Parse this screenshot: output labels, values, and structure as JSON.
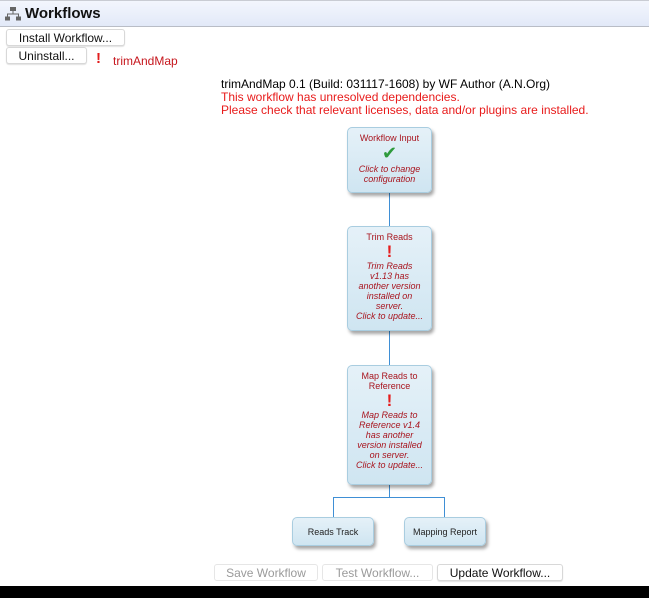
{
  "header": {
    "icon": "workflow-tree-icon",
    "title": "Workflows"
  },
  "toolbar": {
    "install_label": "Install Workflow...",
    "uninstall_label": "Uninstall...",
    "selected_workflow": {
      "warning_icon": "exclamation-icon",
      "name": "trimAndMap"
    }
  },
  "info": {
    "summary": "trimAndMap 0.1 (Build: 031117-1608) by WF Author (A.N.Org)",
    "warning_line1": "This workflow has unresolved dependencies.",
    "warning_line2": "Please check that relevant licenses, data and/or plugins are installed."
  },
  "diagram": {
    "nodes": [
      {
        "title": "Workflow Input",
        "status_icon": "checkmark-icon",
        "status_glyph": "✔",
        "message": [
          "Click to change",
          "configuration"
        ]
      },
      {
        "title": "Trim Reads",
        "status_icon": "exclamation-icon",
        "status_glyph": "!",
        "message": [
          "Trim Reads",
          "v1.13 has",
          "another version",
          "installed on",
          "server.",
          "Click to update..."
        ]
      },
      {
        "title_lines": [
          "Map Reads to",
          "Reference"
        ],
        "status_icon": "exclamation-icon",
        "status_glyph": "!",
        "message": [
          "Map Reads to",
          "Reference v1.4",
          "has another",
          "version installed",
          "on server.",
          "Click to update..."
        ]
      },
      {
        "title": "Reads Track"
      },
      {
        "title": "Mapping Report"
      }
    ],
    "line_color": "#3f8fd5"
  },
  "footer": {
    "save_label": "Save Workflow",
    "save_enabled": false,
    "test_label": "Test Workflow...",
    "test_enabled": false,
    "update_label": "Update Workflow...",
    "update_enabled": true
  },
  "colors": {
    "warning_red": "#e81b1b",
    "node_text": "#a8141e",
    "success_green": "#2e9a3c"
  }
}
